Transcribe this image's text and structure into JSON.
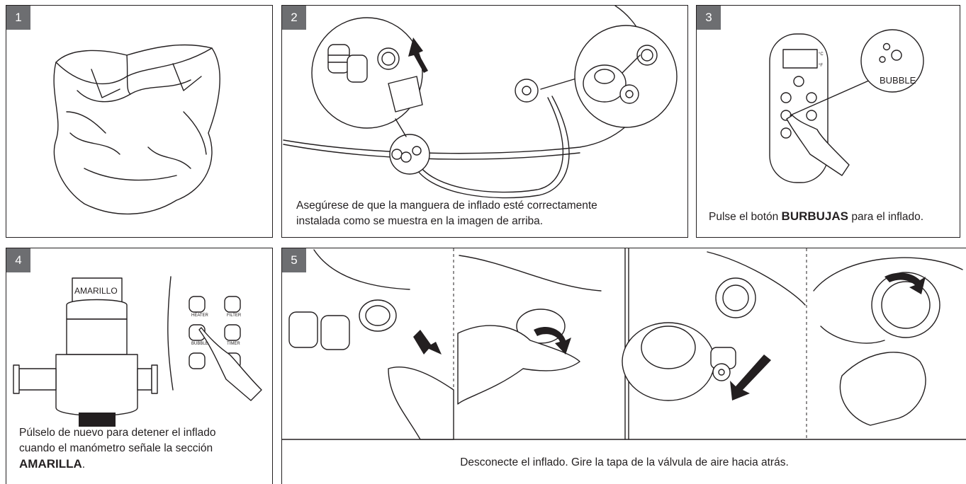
{
  "steps": [
    {
      "number": "1"
    },
    {
      "number": "2",
      "caption_line1": "Asegúrese de que la manguera de inflado esté correctamente",
      "caption_line2": "instalada como se muestra en la imagen de arriba."
    },
    {
      "number": "3",
      "caption_pre": "Pulse el botón ",
      "caption_bold": "BURBUJAS",
      "caption_post": " para el inflado.",
      "callout_label": "BUBBLE",
      "unit_c": "°C",
      "unit_f": "°F"
    },
    {
      "number": "4",
      "gauge_label": "AMARILLO",
      "caption_line1": "Púlselo de nuevo para detener el inflado",
      "caption_line2": "cuando el manómetro señale la sección",
      "caption_bold": "AMARILLA",
      "caption_end": ".",
      "button_labels": [
        "HEATER",
        "FILTER",
        "BUBBLE",
        "TIMER"
      ]
    },
    {
      "number": "5",
      "caption": "Desconecte el inflado. Gire la tapa de la válvula de aire hacia atrás."
    }
  ]
}
